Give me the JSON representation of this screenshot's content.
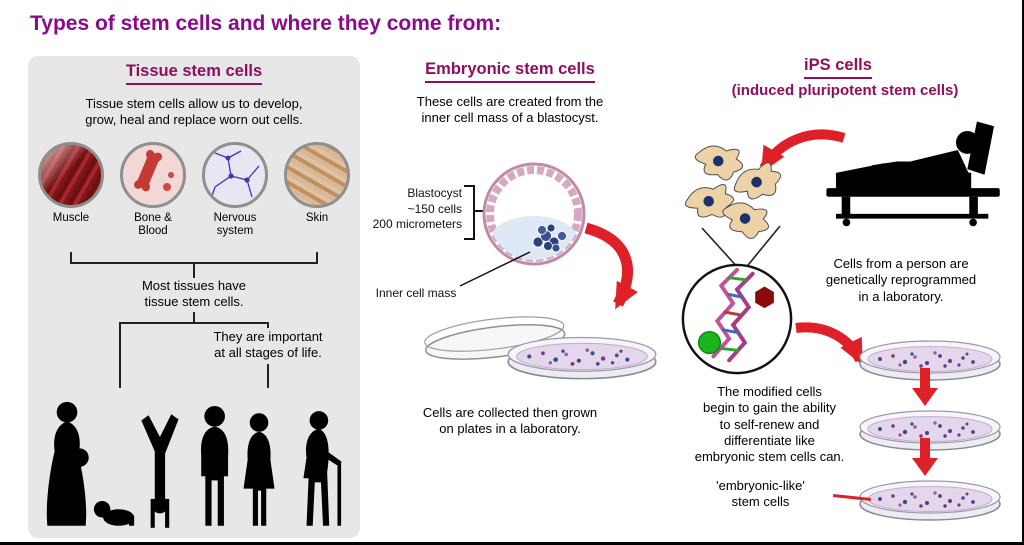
{
  "colors": {
    "title_accent": "#8A0A8A",
    "heading_accent": "#900D5F",
    "arrow_red": "#E02028",
    "panel_bg": "#E7E7E7"
  },
  "title": "Types of stem cells and where they come from:",
  "tissue": {
    "heading": "Tissue stem cells",
    "intro": "Tissue stem cells allow us to develop,\ngrow, heal and replace worn out cells.",
    "cell_types": [
      {
        "label": "Muscle"
      },
      {
        "label": "Bone &\nBlood"
      },
      {
        "label": "Nervous\nsystem"
      },
      {
        "label": "Skin"
      }
    ],
    "note_most_tissues": "Most tissues have\ntissue stem cells.",
    "note_stages": "They are important\nat all stages of life."
  },
  "embryonic": {
    "heading": "Embryonic stem cells",
    "intro": "These cells are created from the\ninner cell mass of a blastocyst.",
    "blastocyst_label": "Blastocyst\n~150 cells\n200 micrometers",
    "inner_cell_mass_label": "Inner cell mass",
    "caption": "Cells are collected then grown\non plates in a laboratory."
  },
  "ips": {
    "heading": "iPS cells",
    "subheading": "(induced pluripotent stem cells)",
    "reprogram_text": "Cells from a person are\ngenetically reprogrammed\nin a laboratory.",
    "modified_text": "The modified cells\nbegin to gain the ability\nto self-renew and\ndifferentiate like\nembryonic stem cells can.",
    "embryonic_like_label": "'embryonic-like'\nstem cells"
  }
}
